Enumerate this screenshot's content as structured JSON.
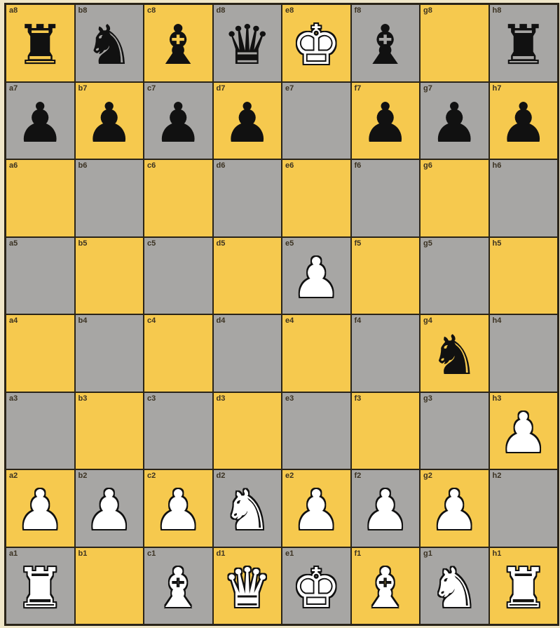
{
  "board": {
    "colors": {
      "light": "#f6c94e",
      "dark": "#a7a6a4",
      "border": "#2a2418"
    },
    "ranks": [
      [
        {
          "coord": "a8",
          "piece": {
            "type": "rook",
            "color": "black",
            "glyph": "♜"
          }
        },
        {
          "coord": "b8",
          "piece": {
            "type": "knight",
            "color": "black",
            "glyph": "♞"
          }
        },
        {
          "coord": "c8",
          "piece": {
            "type": "bishop",
            "color": "black",
            "glyph": "♝"
          }
        },
        {
          "coord": "d8",
          "piece": {
            "type": "queen",
            "color": "black",
            "glyph": "♛"
          }
        },
        {
          "coord": "e8",
          "piece": {
            "type": "king",
            "color": "white",
            "glyph": "♚"
          }
        },
        {
          "coord": "f8",
          "piece": {
            "type": "bishop",
            "color": "black",
            "glyph": "♝"
          }
        },
        {
          "coord": "g8",
          "piece": null
        },
        {
          "coord": "h8",
          "piece": {
            "type": "rook",
            "color": "black",
            "glyph": "♜"
          }
        }
      ],
      [
        {
          "coord": "a7",
          "piece": {
            "type": "pawn",
            "color": "black",
            "glyph": "♟"
          }
        },
        {
          "coord": "b7",
          "piece": {
            "type": "pawn",
            "color": "black",
            "glyph": "♟"
          }
        },
        {
          "coord": "c7",
          "piece": {
            "type": "pawn",
            "color": "black",
            "glyph": "♟"
          }
        },
        {
          "coord": "d7",
          "piece": {
            "type": "pawn",
            "color": "black",
            "glyph": "♟"
          }
        },
        {
          "coord": "e7",
          "piece": null
        },
        {
          "coord": "f7",
          "piece": {
            "type": "pawn",
            "color": "black",
            "glyph": "♟"
          }
        },
        {
          "coord": "g7",
          "piece": {
            "type": "pawn",
            "color": "black",
            "glyph": "♟"
          }
        },
        {
          "coord": "h7",
          "piece": {
            "type": "pawn",
            "color": "black",
            "glyph": "♟"
          }
        }
      ],
      [
        {
          "coord": "a6",
          "piece": null
        },
        {
          "coord": "b6",
          "piece": null
        },
        {
          "coord": "c6",
          "piece": null
        },
        {
          "coord": "d6",
          "piece": null
        },
        {
          "coord": "e6",
          "piece": null
        },
        {
          "coord": "f6",
          "piece": null
        },
        {
          "coord": "g6",
          "piece": null
        },
        {
          "coord": "h6",
          "piece": null
        }
      ],
      [
        {
          "coord": "a5",
          "piece": null
        },
        {
          "coord": "b5",
          "piece": null
        },
        {
          "coord": "c5",
          "piece": null
        },
        {
          "coord": "d5",
          "piece": null
        },
        {
          "coord": "e5",
          "piece": {
            "type": "pawn",
            "color": "white",
            "glyph": "♟"
          }
        },
        {
          "coord": "f5",
          "piece": null
        },
        {
          "coord": "g5",
          "piece": null
        },
        {
          "coord": "h5",
          "piece": null
        }
      ],
      [
        {
          "coord": "a4",
          "piece": null
        },
        {
          "coord": "b4",
          "piece": null
        },
        {
          "coord": "c4",
          "piece": null
        },
        {
          "coord": "d4",
          "piece": null
        },
        {
          "coord": "e4",
          "piece": null
        },
        {
          "coord": "f4",
          "piece": null
        },
        {
          "coord": "g4",
          "piece": {
            "type": "knight",
            "color": "black",
            "glyph": "♞"
          }
        },
        {
          "coord": "h4",
          "piece": null
        }
      ],
      [
        {
          "coord": "a3",
          "piece": null
        },
        {
          "coord": "b3",
          "piece": null
        },
        {
          "coord": "c3",
          "piece": null
        },
        {
          "coord": "d3",
          "piece": null
        },
        {
          "coord": "e3",
          "piece": null
        },
        {
          "coord": "f3",
          "piece": null
        },
        {
          "coord": "g3",
          "piece": null
        },
        {
          "coord": "h3",
          "piece": {
            "type": "pawn",
            "color": "white",
            "glyph": "♟"
          }
        }
      ],
      [
        {
          "coord": "a2",
          "piece": {
            "type": "pawn",
            "color": "white",
            "glyph": "♟"
          }
        },
        {
          "coord": "b2",
          "piece": {
            "type": "pawn",
            "color": "white",
            "glyph": "♟"
          }
        },
        {
          "coord": "c2",
          "piece": {
            "type": "pawn",
            "color": "white",
            "glyph": "♟"
          }
        },
        {
          "coord": "d2",
          "piece": {
            "type": "knight",
            "color": "white",
            "glyph": "♞"
          }
        },
        {
          "coord": "e2",
          "piece": {
            "type": "pawn",
            "color": "white",
            "glyph": "♟"
          }
        },
        {
          "coord": "f2",
          "piece": {
            "type": "pawn",
            "color": "white",
            "glyph": "♟"
          }
        },
        {
          "coord": "g2",
          "piece": {
            "type": "pawn",
            "color": "white",
            "glyph": "♟"
          }
        },
        {
          "coord": "h2",
          "piece": null
        }
      ],
      [
        {
          "coord": "a1",
          "piece": {
            "type": "rook",
            "color": "white",
            "glyph": "♜"
          }
        },
        {
          "coord": "b1",
          "piece": null
        },
        {
          "coord": "c1",
          "piece": {
            "type": "bishop",
            "color": "white",
            "glyph": "♝"
          }
        },
        {
          "coord": "d1",
          "piece": {
            "type": "queen",
            "color": "white",
            "glyph": "♛"
          }
        },
        {
          "coord": "e1",
          "piece": {
            "type": "king",
            "color": "white",
            "glyph": "♚"
          }
        },
        {
          "coord": "f1",
          "piece": {
            "type": "bishop",
            "color": "white",
            "glyph": "♝"
          }
        },
        {
          "coord": "g1",
          "piece": {
            "type": "knight",
            "color": "white",
            "glyph": "♞"
          }
        },
        {
          "coord": "h1",
          "piece": {
            "type": "rook",
            "color": "white",
            "glyph": "♜"
          }
        }
      ]
    ]
  }
}
